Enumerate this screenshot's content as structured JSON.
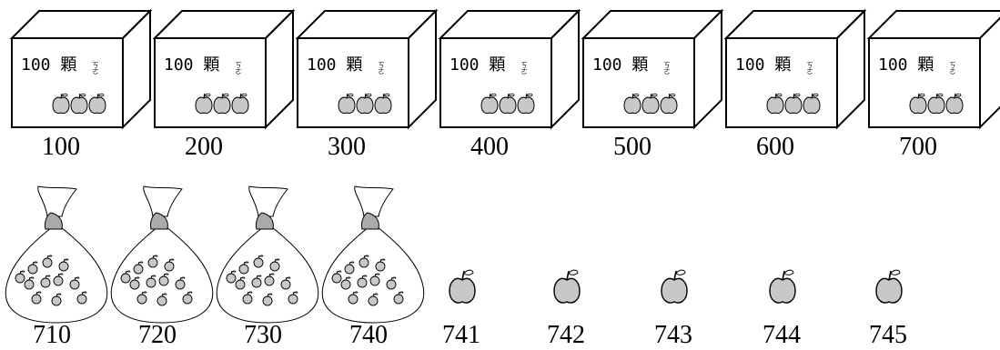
{
  "boxes": [
    {
      "label": "100 顆",
      "ruby": "ㄎㄜ",
      "number": "100"
    },
    {
      "label": "100 顆",
      "ruby": "ㄎㄜ",
      "number": "200"
    },
    {
      "label": "100 顆",
      "ruby": "ㄎㄜ",
      "number": "300"
    },
    {
      "label": "100 顆",
      "ruby": "ㄎㄜ",
      "number": "400"
    },
    {
      "label": "100 顆",
      "ruby": "ㄎㄜ",
      "number": "500"
    },
    {
      "label": "100 顆",
      "ruby": "ㄎㄜ",
      "number": "600"
    },
    {
      "label": "100 顆",
      "ruby": "ㄎㄜ",
      "number": "700"
    }
  ],
  "bags": [
    "710",
    "720",
    "730",
    "740"
  ],
  "apples": [
    "741",
    "742",
    "743",
    "744",
    "745"
  ],
  "colors": {
    "apple_fill": "#c8c8c8",
    "stroke": "#000000",
    "background": "#ffffff"
  }
}
